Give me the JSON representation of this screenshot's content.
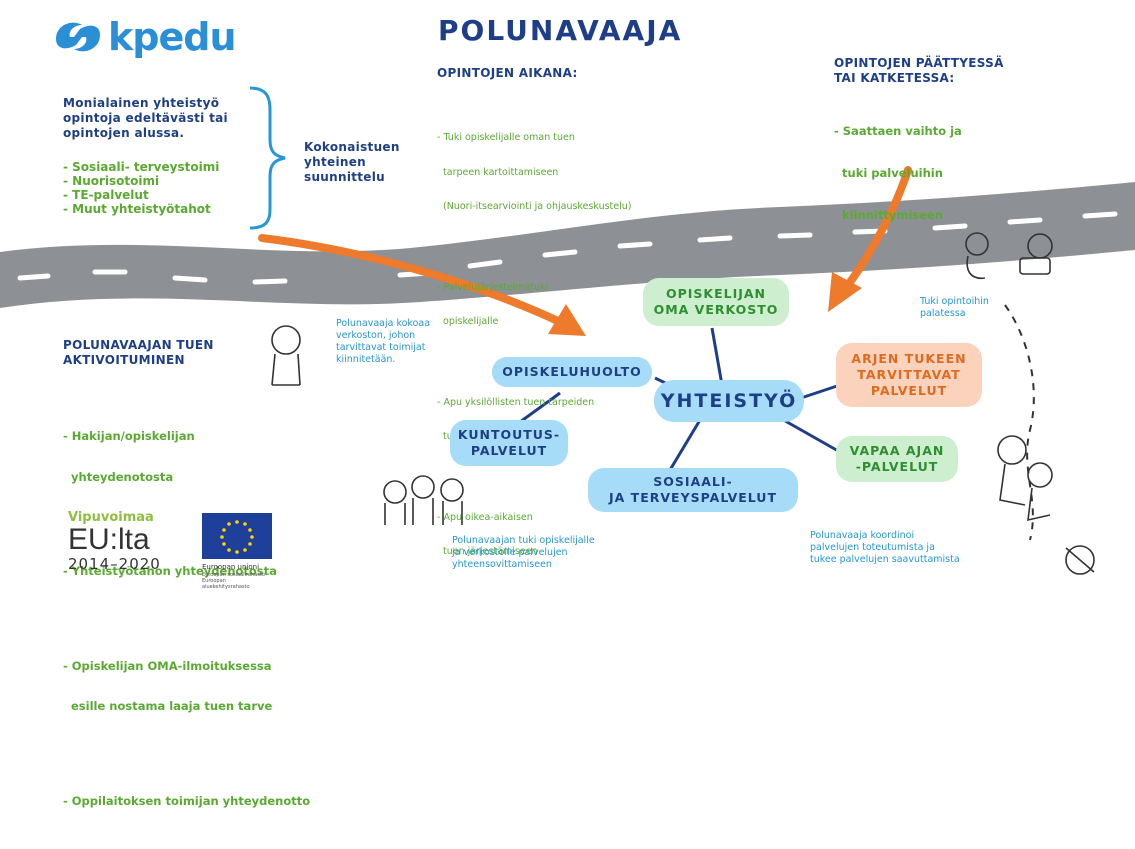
{
  "brand": {
    "logo_text": "kpedu"
  },
  "title": "POLUNAVAAJA",
  "left_block": {
    "heading_lines": [
      "Monialainen yhteistyö",
      "opintoja edeltävästi tai",
      "opintojen alussa."
    ],
    "items": [
      "- Sosiaali- terveystoimi",
      "- Nuorisotoimi",
      "- TE-palvelut",
      "- Muut yhteistyötahot"
    ],
    "side_label_lines": [
      "Kokonaistuen",
      "yhteinen",
      "suunnittelu"
    ]
  },
  "during": {
    "heading": "OPINTOJEN AIKANA:",
    "items": [
      [
        "- Tuki opiskelijalle oman tuen",
        "  tarpeen kartoittamiseen",
        "  (Nuori-itsearviointi ja ohjauskeskustelu)"
      ],
      [
        "- Palvelujärjestelmätuki",
        "  opiskelijalle"
      ],
      [
        "- Apu yksilöllisten tuen tarpeiden",
        "  tunnistamiseen"
      ],
      [
        "- Apu oikea-aikaisen",
        "  tuen järjestämiseen"
      ]
    ]
  },
  "end": {
    "heading_lines": [
      "OPINTOJEN PÄÄTTYESSÄ",
      "TAI KATKETESSA:"
    ],
    "item_lines": [
      "- Saattaen vaihto ja",
      "  tuki palveluihin",
      "  kiinnittymiseen"
    ]
  },
  "activation": {
    "heading_lines": [
      "POLUNAVAAJAN TUEN",
      "AKTIVOITUMINEN"
    ],
    "items": [
      [
        "- Hakijan/opiskelijan",
        "  yhteydenotosta"
      ],
      [
        "- Yhteistyötahon yhteydenotosta"
      ],
      [
        "- Opiskelijan OMA-ilmoituksessa",
        "  esille nostama laaja tuen tarve"
      ],
      [
        "- Oppilaitoksen toimijan yhteydenotto"
      ]
    ]
  },
  "notes": {
    "network": [
      "Polunavaaja kokoaa",
      "verkoston, johon",
      "tarvittavat toimijat",
      "kiinnitetään."
    ],
    "return": [
      "Tuki opintoihin",
      "palatessa"
    ],
    "support": [
      "Polunavaajan tuki opiskelijalle",
      "ja verkostolle palvelujen",
      "yhteensovittamiseen"
    ],
    "coordinate": [
      "Polunavaaja koordinoi",
      "palvelujen toteutumista ja",
      "tukee palvelujen saavuttamista"
    ]
  },
  "hub": {
    "center": "YHTEISTYÖ",
    "nodes": {
      "network": [
        "OPISKELIJAN",
        "OMA VERKOSTO"
      ],
      "health": [
        "OPISKELUHUOLTO"
      ],
      "rehab": [
        "KUNTOUTUS-",
        "PALVELUT"
      ],
      "social": [
        "SOSIAALI-",
        "JA TERVEYSPALVELUT"
      ],
      "daily": [
        "ARJEN TUKEEN",
        "TARVITTAVAT",
        "PALVELUT"
      ],
      "leisure": [
        "VAPAA AJAN",
        "-PALVELUT"
      ]
    }
  },
  "funding": {
    "vipuvoimaa": "Vipuvoimaa",
    "eu": "EU:lta",
    "years": "2014–2020",
    "eu_label": "Euroopan unioni",
    "eu_sub": [
      "Euroopan sosiaalirahasto",
      "Euroopan aluekehitysrahasto"
    ]
  },
  "colors": {
    "navy": "#1e3f87",
    "green": "#5aaa32",
    "blue": "#2596d9",
    "orange": "#ee7a2c",
    "road": "#8d9095",
    "logo": "#2b8fd8"
  }
}
